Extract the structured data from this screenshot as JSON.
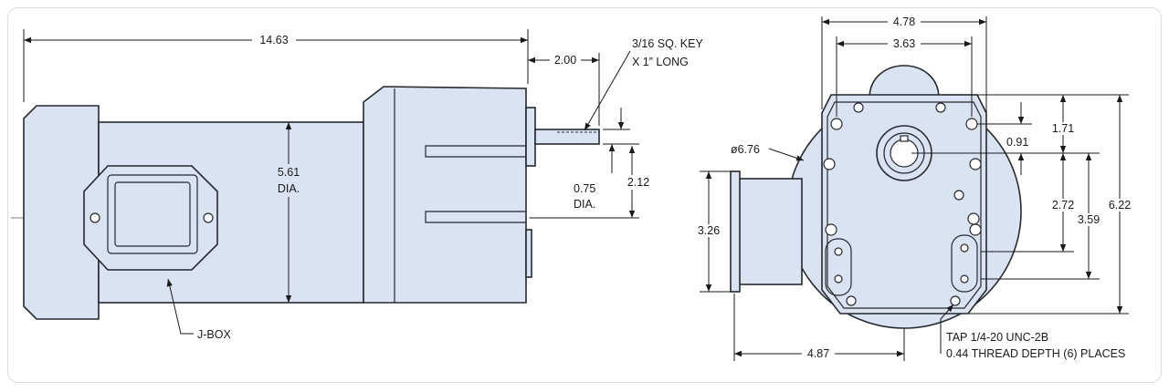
{
  "side_view": {
    "overall_length": "14.63",
    "shaft_extension": "2.00",
    "key_line1": "3/16 SQ. KEY",
    "key_line2": "X 1” LONG",
    "motor_dia_value": "5.61",
    "motor_dia_unit": "DIA.",
    "shaft_dia_value": "0.75",
    "shaft_dia_unit": "DIA.",
    "shaft_height": "2.12",
    "jbox_label": "J-BOX"
  },
  "front_view": {
    "overall_width": "4.78",
    "bolt_width": "3.63",
    "housing_dia": "ø6.76",
    "dim_171": "1.71",
    "dim_091": "0.91",
    "dim_272": "2.72",
    "dim_359": "3.59",
    "overall_height": "6.22",
    "flange_height": "3.26",
    "base_offset": "4.87",
    "tap_line1": "TAP 1/4-20 UNC-2B",
    "tap_line2": "0.44 THREAD DEPTH (6) PLACES"
  },
  "colors": {
    "body_fill": "#d9e3f1",
    "outline": "#26292e"
  }
}
